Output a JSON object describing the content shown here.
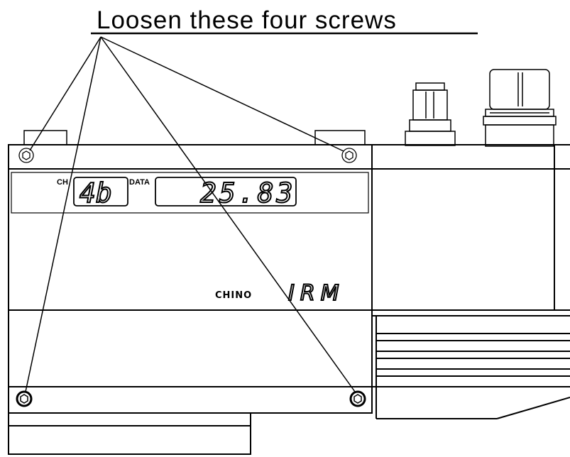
{
  "instruction": "Loosen these four screws",
  "display": {
    "channel_label": "CH",
    "channel_value": "4b",
    "data_label": "DATA",
    "data_value": "25.83"
  },
  "brand": "CHINO",
  "model": "IRM"
}
